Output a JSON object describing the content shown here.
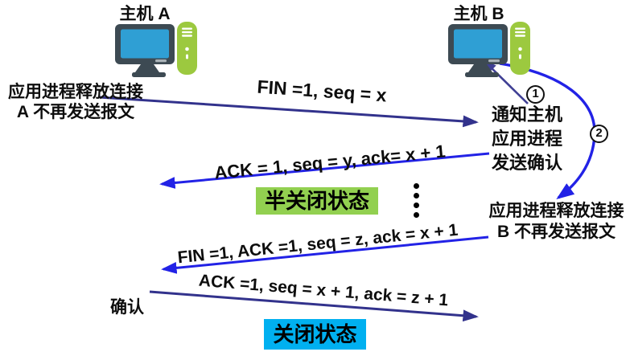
{
  "hosts": {
    "a": "主机 A",
    "b": "主机 B"
  },
  "labels": {
    "a_release_1": "应用进程释放连接",
    "a_release_2": "A 不再发送报文",
    "notify_1": "通知主机",
    "notify_2": "应用进程",
    "notify_3": "发送确认",
    "b_release_1": "应用进程释放连接",
    "b_release_2": "B 不再发送报文",
    "confirm": "确认"
  },
  "messages": {
    "fin_from_a": "FIN =1, seq = x",
    "ack_from_b": "ACK = 1, seq = y, ack= x + 1",
    "fin_from_b": "FIN =1, ACK =1, seq = z, ack = x + 1",
    "ack_from_a": "ACK =1, seq = x + 1, ack = z + 1"
  },
  "states": {
    "half_closed": "半关闭状态",
    "closed": "关闭状态"
  },
  "steps": {
    "one": "1",
    "two": "2"
  },
  "colors": {
    "arrow_dark": "#32328c",
    "arrow_blue": "#2222e6",
    "arrow_slate": "#3f3f94",
    "half_closed_bg": "#92d050",
    "closed_bg": "#00b0f0",
    "monitor_body": "#3d4a53",
    "screen_blue": "#2f9fd4",
    "tower_green": "#9cc93f"
  }
}
